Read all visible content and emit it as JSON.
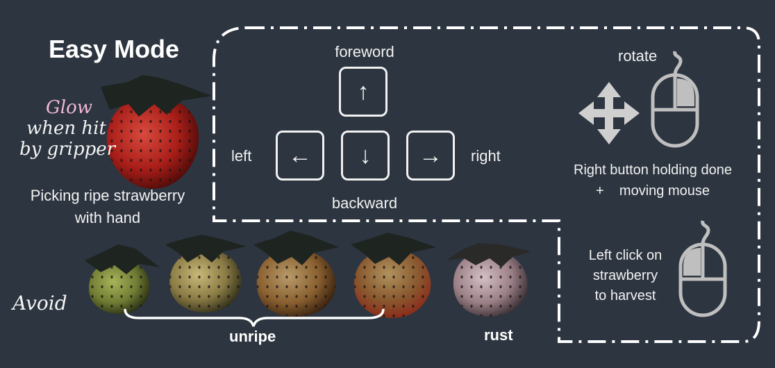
{
  "title": "Easy Mode",
  "glow_note": {
    "line1": "Glow",
    "line2": "when hit",
    "line3": "by gripper"
  },
  "caption": {
    "line1": "Picking ripe strawberry",
    "line2": "with hand"
  },
  "movement": {
    "forward": "foreword",
    "backward": "backward",
    "left": "left",
    "right": "right",
    "keys": {
      "up": "↑",
      "down": "↓",
      "left": "←",
      "right": "→"
    }
  },
  "rotate": {
    "label": "rotate",
    "instruction_line1": "Right button holding done",
    "instruction_line2": "+    moving mouse"
  },
  "harvest": {
    "line1": "Left click on",
    "line2": "strawberry",
    "line3": "to harvest"
  },
  "avoid": {
    "label": "Avoid",
    "unripe": "unripe",
    "rust": "rust"
  },
  "colors": {
    "background": "#2d3540",
    "text": "#ffffff",
    "glow_pink": "#f2b8d6",
    "icon_gray": "#bfbfbf",
    "ripe_red": "#b0201c",
    "unripe_green": "#7d8a3a",
    "rust_pink": "#b89aa0"
  },
  "icons": [
    "arrow-up-icon",
    "arrow-down-icon",
    "arrow-left-icon",
    "arrow-right-icon",
    "move-cross-icon",
    "mouse-right-button-icon",
    "mouse-left-button-icon",
    "brace-icon"
  ]
}
